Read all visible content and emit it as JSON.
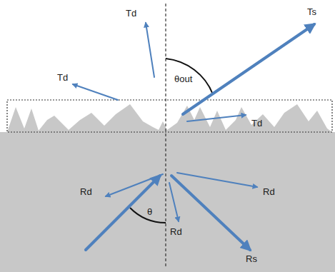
{
  "diagram": {
    "labels": [
      "Td",
      "Ts",
      "Td",
      "θout",
      "Td",
      "Rd",
      "Rd",
      "θ",
      "Rd",
      "Rs"
    ]
  }
}
